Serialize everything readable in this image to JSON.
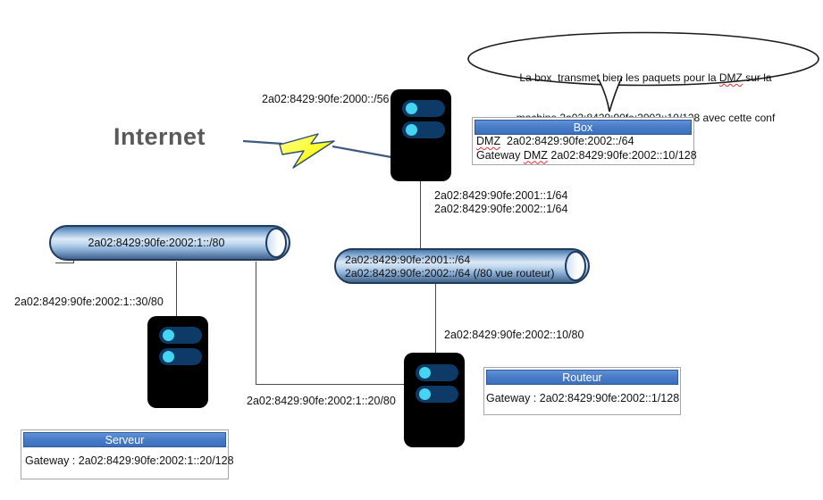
{
  "bubble": {
    "line1_pre": "La box  transmet bien les paquets pour la ",
    "line1_misspelled": "DMZ",
    "line1_post": " sur la",
    "line2": "machine 2a02:8429:90fe:2002::10/128 avec cette conf"
  },
  "internet": {
    "label": "Internet"
  },
  "labels": {
    "wan_prefix": "2a02:8429:90fe:2000::/56",
    "box_if_2001": "2a02:8429:90fe:2001::1/64",
    "box_if_2002": "2a02:8429:90fe:2002::1/64",
    "server_address": "2a02:8429:90fe:2002:1::30/80",
    "router_lan_address": "2a02:8429:90fe:2002:1::20/80",
    "router_dmz_address": "2a02:8429:90fe:2002::10/80"
  },
  "segments": {
    "lan_cylinder": {
      "line1": "2a02:8429:90fe:2002:1::/80"
    },
    "dmz_cylinder": {
      "line1": "2a02:8429:90fe:2001::/64",
      "line2": "2a02:8429:90fe:2002::/64 (/80 vue routeur)"
    }
  },
  "panels": {
    "box": {
      "title": "Box",
      "row1_misspelled": "DMZ",
      "row1_text": "  2a02:8429:90fe:2002::/64",
      "row2_pre": "Gateway ",
      "row2_misspelled": "DMZ",
      "row2_text": " 2a02:8429:90fe:2002::10/128"
    },
    "routeur": {
      "title": "Routeur",
      "body": "Gateway : 2a02:8429:90fe:2002::1/128"
    },
    "serveur": {
      "title": "Serveur",
      "body": "Gateway : 2a02:8429:90fe:2002:1::20/128"
    }
  },
  "colors": {
    "panel_header_blue": "#4a7dc8",
    "panel_header_border": "#2d5a9b",
    "device_body": "#000000",
    "device_pill": "#0d3a67",
    "device_pill_dot": "#45d4f1",
    "cylinder_fill": "#8fb3da",
    "cylinder_border": "#1e3a5c",
    "bolt_fill": "#ffff33",
    "bolt_border": "#2e4d6b",
    "connector": "#4a4a4a",
    "spellcheck_underline": "#e03030",
    "internet_text": "#595959",
    "bubble_border": "#1a1a1a"
  }
}
